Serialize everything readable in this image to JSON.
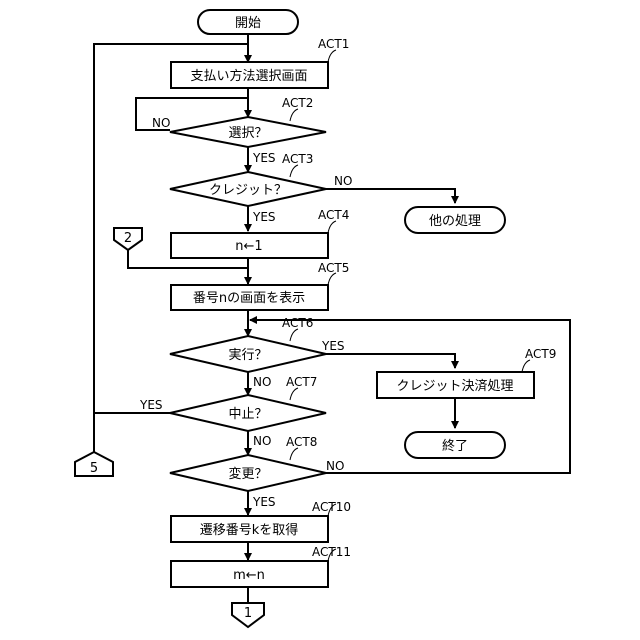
{
  "start": "開始",
  "act1": {
    "text": "支払い方法選択画面",
    "tag": "ACT1"
  },
  "act2": {
    "text": "選択？",
    "tag": "ACT2"
  },
  "act3": {
    "text": "クレジット？",
    "tag": "ACT3"
  },
  "act4": {
    "text": "n←1",
    "tag": "ACT4"
  },
  "act5": {
    "text": "番号nの画面を表示",
    "tag": "ACT5"
  },
  "act6": {
    "text": "実行？",
    "tag": "ACT6"
  },
  "act7": {
    "text": "中止？",
    "tag": "ACT7"
  },
  "act8": {
    "text": "変更？",
    "tag": "ACT8"
  },
  "act9": {
    "text": "クレジット決済処理",
    "tag": "ACT9"
  },
  "act10": {
    "text": "遷移番号kを取得",
    "tag": "ACT10"
  },
  "act11": {
    "text": "m←n",
    "tag": "ACT11"
  },
  "other": "他の処理",
  "end": "終了",
  "yes": "YES",
  "no": "NO",
  "connectors": {
    "in2": "2",
    "out5": "5",
    "out1": "1"
  }
}
